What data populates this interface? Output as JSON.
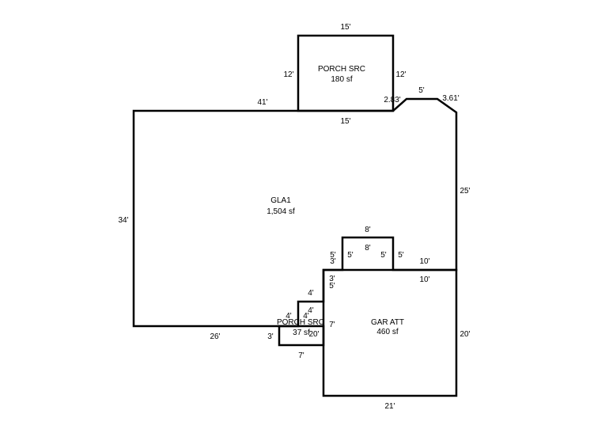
{
  "areas": {
    "porch_top": {
      "name": "PORCH SRC",
      "size": "180 sf"
    },
    "gla": {
      "name": "GLA1",
      "size": "1,504 sf"
    },
    "garage": {
      "name": "GAR ATT",
      "size": "460 sf"
    },
    "porch_small": {
      "name": "PORCH SRC",
      "size": "37 sf"
    }
  },
  "dimensions": {
    "porch_top_width": "15'",
    "porch_top_left": "12'",
    "porch_top_right": "12'",
    "porch_top_bottom": "15'",
    "gla_top_left": "41'",
    "gla_diag_1": "2.83'",
    "gla_top_short": "5'",
    "gla_diag_2": "3.61'",
    "gla_right_upper": "25'",
    "gla_left": "34'",
    "gla_bottom": "26'",
    "porch_small_left": "3'",
    "porch_small_bottom": "7'",
    "garage_right": "20'",
    "garage_bottom": "21'",
    "garage_top_right_a": "10'",
    "garage_top_right_b": "10'",
    "bump_top_a": "8'",
    "bump_top_b": "8'",
    "bump_left_a": "5'",
    "bump_left_b": "5'",
    "bump_right_a": "5'",
    "bump_right_b": "5'",
    "step_a": "3'",
    "step_b": "3'",
    "step_c": "5'",
    "step_d": "4'",
    "step_e": "4'",
    "step_f": "4'",
    "step_g": "4'",
    "step_h": "7'",
    "step_i": "20'"
  }
}
